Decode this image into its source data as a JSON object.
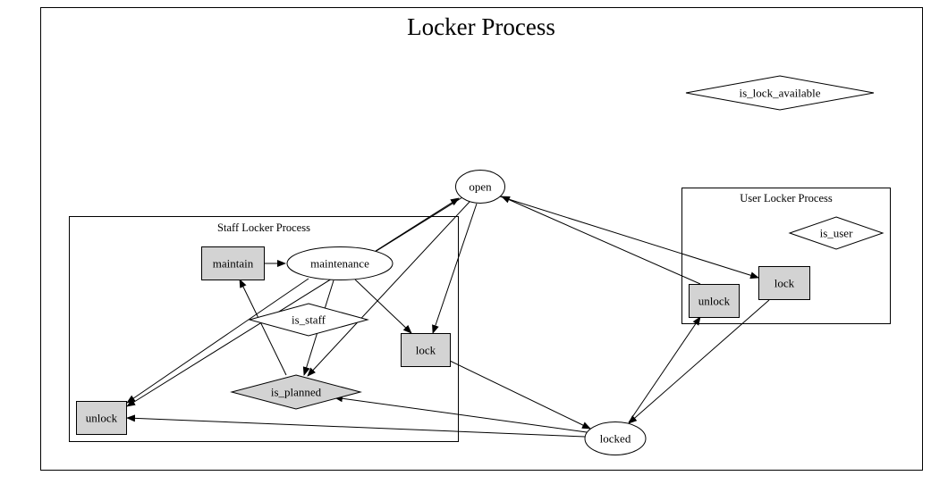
{
  "title": "Locker Process",
  "colors": {
    "stroke": "#000000",
    "gray_fill": "#d3d3d3",
    "white_fill": "#ffffff",
    "background": "#ffffff"
  },
  "clusters": {
    "staff": {
      "label": "Staff Locker Process"
    },
    "user": {
      "label": "User Locker Process"
    }
  },
  "nodes": {
    "open": {
      "label": "open",
      "shape": "ellipse"
    },
    "locked": {
      "label": "locked",
      "shape": "ellipse"
    },
    "maintenance": {
      "label": "maintenance",
      "shape": "ellipse"
    },
    "maintain": {
      "label": "maintain",
      "shape": "box",
      "filled": true
    },
    "staff_lock": {
      "label": "lock",
      "shape": "box",
      "filled": true
    },
    "staff_unlock": {
      "label": "unlock",
      "shape": "box",
      "filled": true
    },
    "user_lock": {
      "label": "lock",
      "shape": "box",
      "filled": true
    },
    "user_unlock": {
      "label": "unlock",
      "shape": "box",
      "filled": true
    },
    "is_staff": {
      "label": "is_staff",
      "shape": "diamond"
    },
    "is_planned": {
      "label": "is_planned",
      "shape": "diamond",
      "filled": true
    },
    "is_user": {
      "label": "is_user",
      "shape": "diamond"
    },
    "is_lock_available": {
      "label": "is_lock_available",
      "shape": "diamond"
    }
  },
  "edges": [
    {
      "from": "maintain",
      "to": "maintenance"
    },
    {
      "from": "maintenance",
      "to": "open"
    },
    {
      "from": "maintenance",
      "to": "staff_lock"
    },
    {
      "from": "maintenance",
      "to": "staff_unlock"
    },
    {
      "from": "maintenance",
      "to": "is_planned"
    },
    {
      "from": "open",
      "to": "staff_lock"
    },
    {
      "from": "open",
      "to": "is_planned"
    },
    {
      "from": "open",
      "to": "staff_unlock"
    },
    {
      "from": "open",
      "to": "user_lock"
    },
    {
      "from": "user_unlock",
      "to": "open"
    },
    {
      "from": "is_planned",
      "to": "maintain"
    },
    {
      "from": "staff_lock",
      "to": "locked"
    },
    {
      "from": "user_lock",
      "to": "locked"
    },
    {
      "from": "locked",
      "to": "user_unlock"
    },
    {
      "from": "locked",
      "to": "is_planned"
    },
    {
      "from": "locked",
      "to": "staff_unlock"
    }
  ]
}
